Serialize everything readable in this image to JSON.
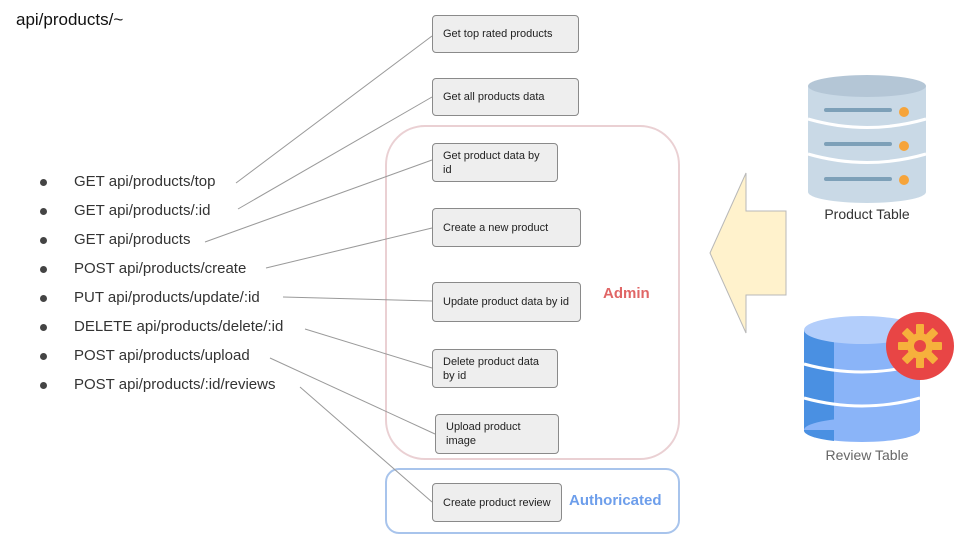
{
  "title": "api/products/~",
  "endpoints": [
    "GET api/products/top",
    "GET api/products/:id",
    "GET api/products",
    "POST api/products/create",
    "PUT api/products/update/:id",
    "DELETE api/products/delete/:id",
    "POST api/products/upload",
    "POST api/products/:id/reviews"
  ],
  "actions": [
    "Get top rated products",
    "Get all products data",
    "Get product data by id",
    "Create a new product",
    "Update product data by id",
    "Delete product data by id",
    "Upload product image",
    "Create product review"
  ],
  "groups": {
    "admin": "Admin",
    "auth": "Authoricated"
  },
  "tables": {
    "product": "Product Table",
    "review": "Review Table"
  },
  "colors": {
    "admin_label": "#e06666",
    "auth_label": "#6d9eeb",
    "arrow_fill": "#fff2cc",
    "db_top": "#c9d9e6",
    "db_body": "#c9d9e6",
    "db_dot": "#f6a43a",
    "review_db": "#4a90e2",
    "gear_bg": "#e84545",
    "gear": "#f6b03c"
  },
  "icons": [
    "product-database-icon",
    "review-database-icon",
    "gear-icon",
    "inbound-arrow-icon"
  ]
}
